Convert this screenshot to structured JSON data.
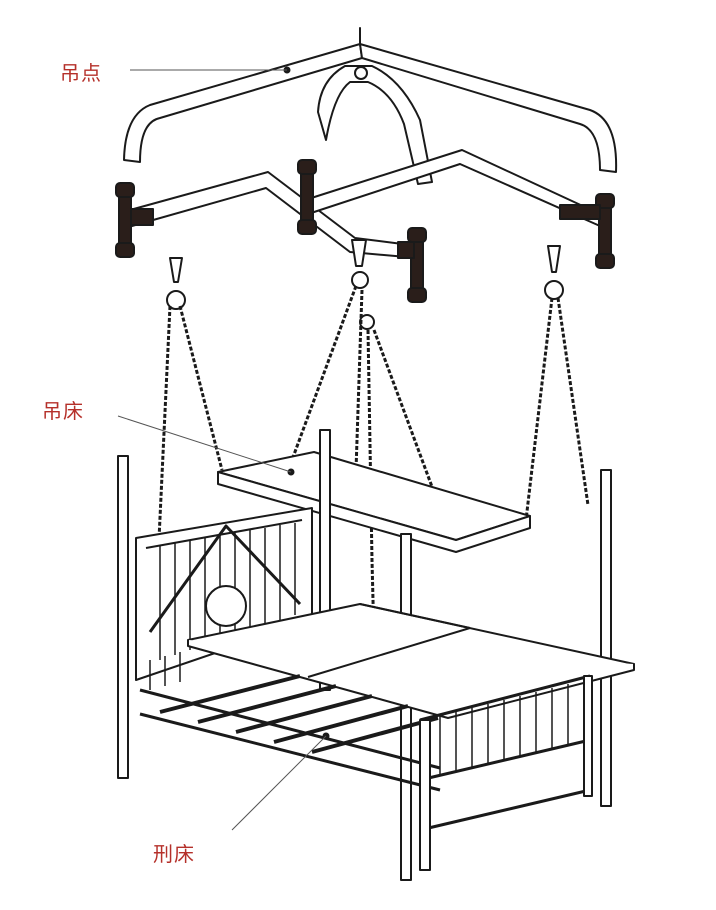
{
  "labels": {
    "hanging_point": "吊点",
    "hanging_bed": "吊床",
    "frame_bed": "刑床"
  },
  "colors": {
    "label": "#b5302a",
    "line": "#1a1a1a",
    "clamp": "#2a1e1a"
  }
}
